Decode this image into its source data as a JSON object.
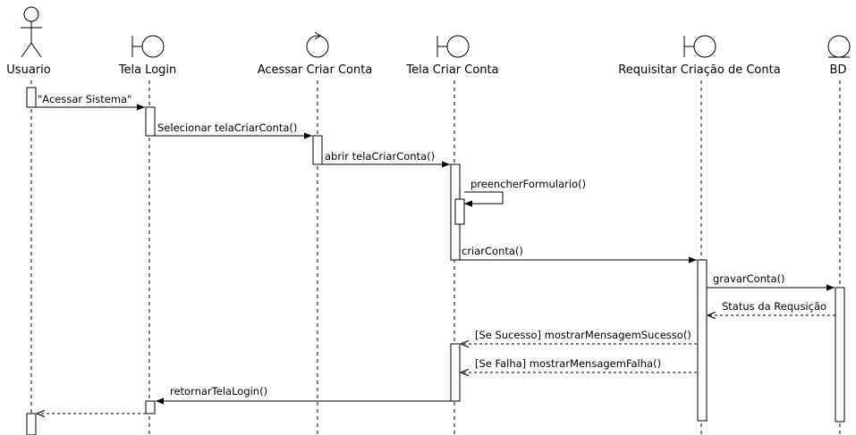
{
  "participants": [
    {
      "id": "usuario",
      "label": "Usuario",
      "kind": "actor"
    },
    {
      "id": "tela_login",
      "label": "Tela Login",
      "kind": "boundary"
    },
    {
      "id": "acessar_criar_conta",
      "label": "Acessar Criar Conta",
      "kind": "control"
    },
    {
      "id": "tela_criar_conta",
      "label": "Tela Criar Conta",
      "kind": "boundary"
    },
    {
      "id": "requisitar_criacao",
      "label": "Requisitar Criação de Conta",
      "kind": "boundary"
    },
    {
      "id": "bd",
      "label": "BD",
      "kind": "entity"
    }
  ],
  "messages": [
    {
      "from": "usuario",
      "to": "tela_login",
      "label": "\"Acessar Sistema\"",
      "style": "sync"
    },
    {
      "from": "tela_login",
      "to": "acessar_criar_conta",
      "label": "Selecionar telaCriarConta()",
      "style": "sync"
    },
    {
      "from": "acessar_criar_conta",
      "to": "tela_criar_conta",
      "label": "abrir telaCriarConta()",
      "style": "sync"
    },
    {
      "from": "tela_criar_conta",
      "to": "tela_criar_conta",
      "label": "preencherFormulario()",
      "style": "self"
    },
    {
      "from": "tela_criar_conta",
      "to": "requisitar_criacao",
      "label": "criarConta()",
      "style": "sync"
    },
    {
      "from": "requisitar_criacao",
      "to": "bd",
      "label": "gravarConta()",
      "style": "sync"
    },
    {
      "from": "bd",
      "to": "requisitar_criacao",
      "label": "Status da Requsição",
      "style": "return"
    },
    {
      "from": "requisitar_criacao",
      "to": "tela_criar_conta",
      "label": "[Se Sucesso] mostrarMensagemSucesso()",
      "style": "return"
    },
    {
      "from": "requisitar_criacao",
      "to": "tela_criar_conta",
      "label": "[Se Falha] mostrarMensagemFalha()",
      "style": "return"
    },
    {
      "from": "tela_criar_conta",
      "to": "tela_login",
      "label": "retornarTelaLogin()",
      "style": "sync"
    },
    {
      "from": "tela_login",
      "to": "usuario",
      "label": "",
      "style": "return"
    }
  ]
}
